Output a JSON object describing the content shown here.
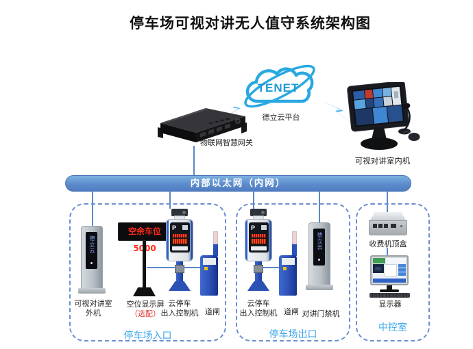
{
  "title": "停车场可视对讲无人值守系统架构图",
  "cloud": {
    "brand": "TENET",
    "label": "德立云平台"
  },
  "gateway": {
    "label": "物联网智慧网关"
  },
  "indoor_unit": {
    "label": "可视对讲室内机"
  },
  "network": {
    "label": "内部以太网（内网）"
  },
  "entrance": {
    "zone_label": "停车场入口",
    "outdoor_intercom": {
      "label_line1": "可视对讲室",
      "label_line2": "外机",
      "screen_text": "德立云"
    },
    "vacancy_display": {
      "led_text": "空余车位5000",
      "label": "空位显示屏",
      "optional": "（选配）"
    },
    "control_machine": {
      "label_line1": "云停车",
      "label_line2": "出入控制机",
      "screen_badge": "P"
    },
    "barrier": {
      "label": "道闸"
    }
  },
  "exit": {
    "zone_label": "停车场出口",
    "control_machine": {
      "label_line1": "云停车",
      "label_line2": "出入控制机",
      "screen_badge": "P"
    },
    "barrier": {
      "label": "道闸"
    },
    "access_control": {
      "label": "对讲门禁机",
      "screen_text": "德立云"
    }
  },
  "control_room": {
    "zone_label": "中控室",
    "stb": {
      "label": "收费机顶盒"
    },
    "monitor": {
      "label": "显示器"
    }
  },
  "colors": {
    "accent_blue": "#3aa6e8",
    "line_blue": "#5b87c7",
    "led_red": "#ff2a1a",
    "optional_red": "#e03030"
  }
}
